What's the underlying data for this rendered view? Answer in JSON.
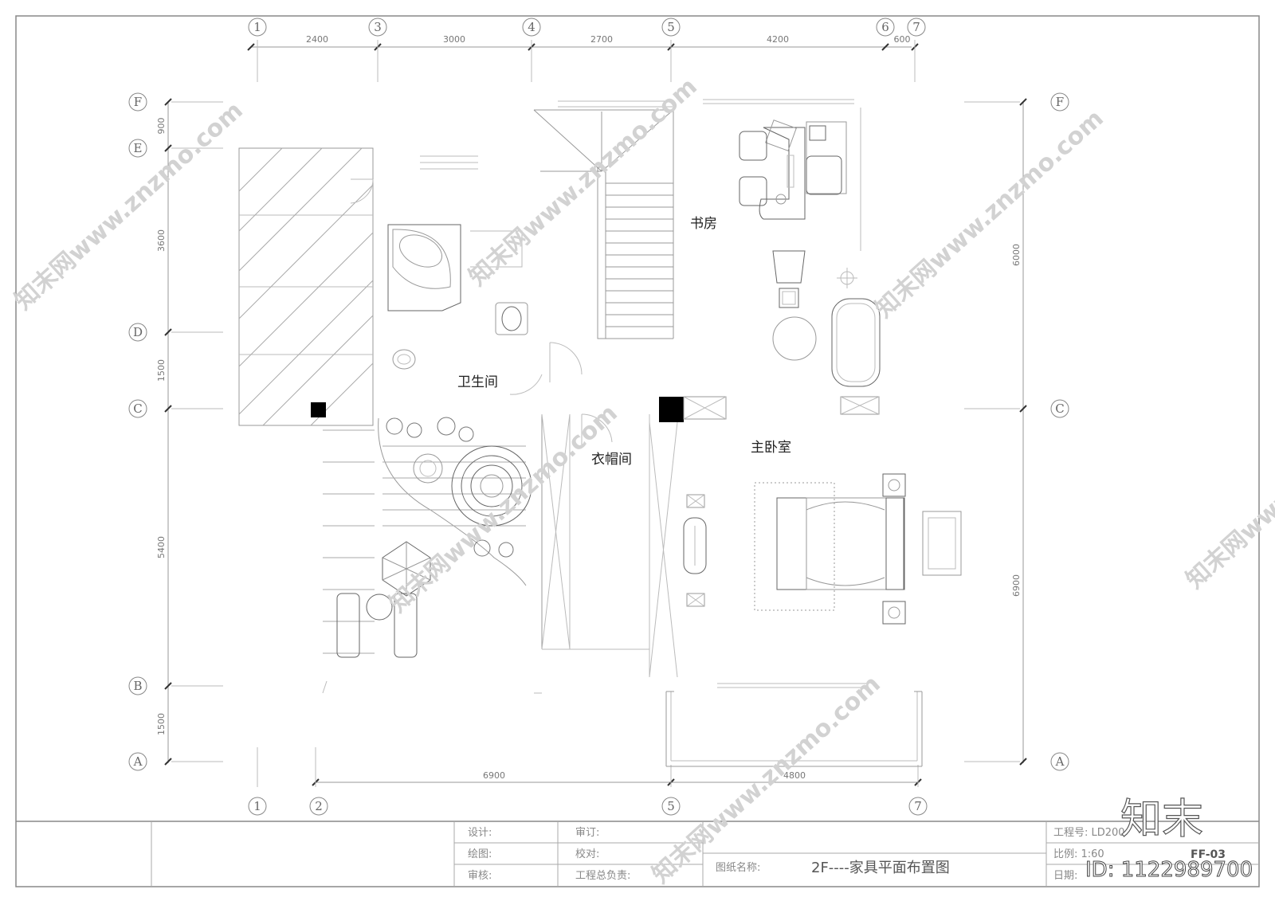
{
  "axes_top": [
    "1",
    "3",
    "4",
    "5",
    "6",
    "7"
  ],
  "axes_bottom": [
    "1",
    "2",
    "5",
    "7"
  ],
  "axes_left": [
    "F",
    "E",
    "D",
    "C",
    "B",
    "A"
  ],
  "axes_right": [
    "F",
    "C",
    "A"
  ],
  "dims_top": [
    "2400",
    "3000",
    "2700",
    "4200",
    "600"
  ],
  "dims_bottom": [
    "6900",
    "4800"
  ],
  "dims_left": [
    "900",
    "3600",
    "1500",
    "5400",
    "1500"
  ],
  "dims_right": [
    "6000",
    "6900"
  ],
  "rooms": {
    "study": "书房",
    "bathroom": "卫生间",
    "wardrobe": "衣帽间",
    "master_bedroom": "主卧室"
  },
  "title_block": {
    "design": "设计:",
    "review": "审订:",
    "drawing": "绘图:",
    "proofread": "校对:",
    "audit": "审核:",
    "chief": "工程总负责:",
    "drawing_name_label": "图纸名称:",
    "drawing_name": "2F----家具平面布置图",
    "project_no": "工程号: LD200",
    "scale": "比例: 1:60",
    "date": "日期:",
    "sheet": "FF-03"
  },
  "watermarks": {
    "site": "知末网www.znzmo.com",
    "logo": "知末",
    "id": "ID: 1122989700"
  }
}
